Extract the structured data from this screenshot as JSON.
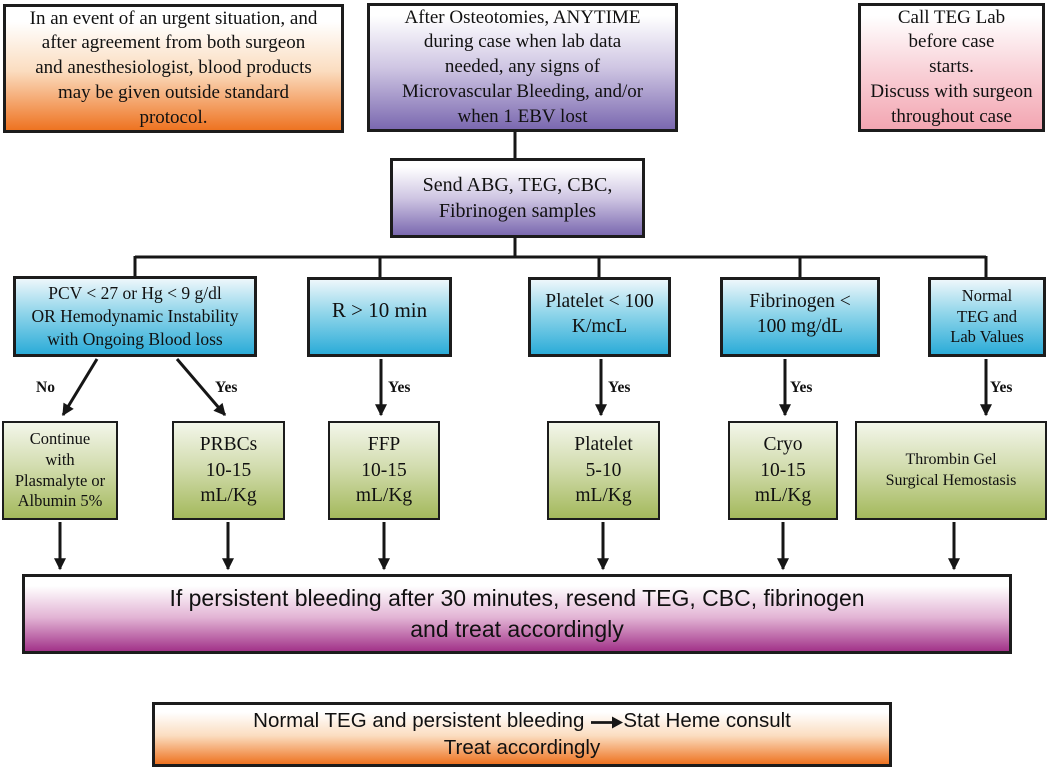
{
  "nodes": {
    "urgent_exception": "In an event of an urgent situation, and\nafter agreement from both surgeon\nand anesthesiologist, blood products\nmay be given outside standard\nprotocol.",
    "case_trigger": "After Osteotomies, ANYTIME\nduring case when lab data\nneeded, any signs of\nMicrovascular Bleeding, and/or\nwhen 1 EBV lost",
    "teg_lab_note": "Call TEG Lab\nbefore case\nstarts.\nDiscuss with surgeon\nthroughout case",
    "send_samples": "Send ABG, TEG, CBC,\nFibrinogen samples",
    "criteria_pcv": "PCV < 27 or Hg < 9 g/dl\nOR Hemodynamic Instability\nwith Ongoing Blood loss",
    "criteria_r_time": "R > 10 min",
    "criteria_platelet": "Platelet < 100\nK/mcL",
    "criteria_fibrinogen": "Fibrinogen <\n100 mg/dL",
    "criteria_normal": "Normal\nTEG and\nLab Values",
    "action_continue": "Continue\nwith\nPlasmalyte or\nAlbumin 5%",
    "action_prbcs": "PRBCs\n10-15\nmL/Kg",
    "action_ffp": "FFP\n10-15\nmL/Kg",
    "action_platelet": "Platelet\n5-10\nmL/Kg",
    "action_cryo": "Cryo\n10-15\nmL/Kg",
    "action_thrombin": "Thrombin Gel\nSurgical Hemostasis",
    "persistent_bleeding": "If persistent bleeding after 30 minutes, resend TEG, CBC, fibrinogen\nand treat accordingly",
    "normal_teg_line1_before_arrow": "Normal TEG and persistent bleeding",
    "normal_teg_line1_after_arrow": "Stat Heme consult",
    "normal_teg_line2": "Treat accordingly"
  },
  "edge_labels": {
    "no": "No",
    "yes": "Yes"
  },
  "colors": {
    "orange": "#ee7321",
    "purple": "#7b69b0",
    "pink": "#f3a6b2",
    "cyan": "#2bacd8",
    "green": "#a4b95c",
    "magenta": "#a23389",
    "line": "#161616"
  }
}
